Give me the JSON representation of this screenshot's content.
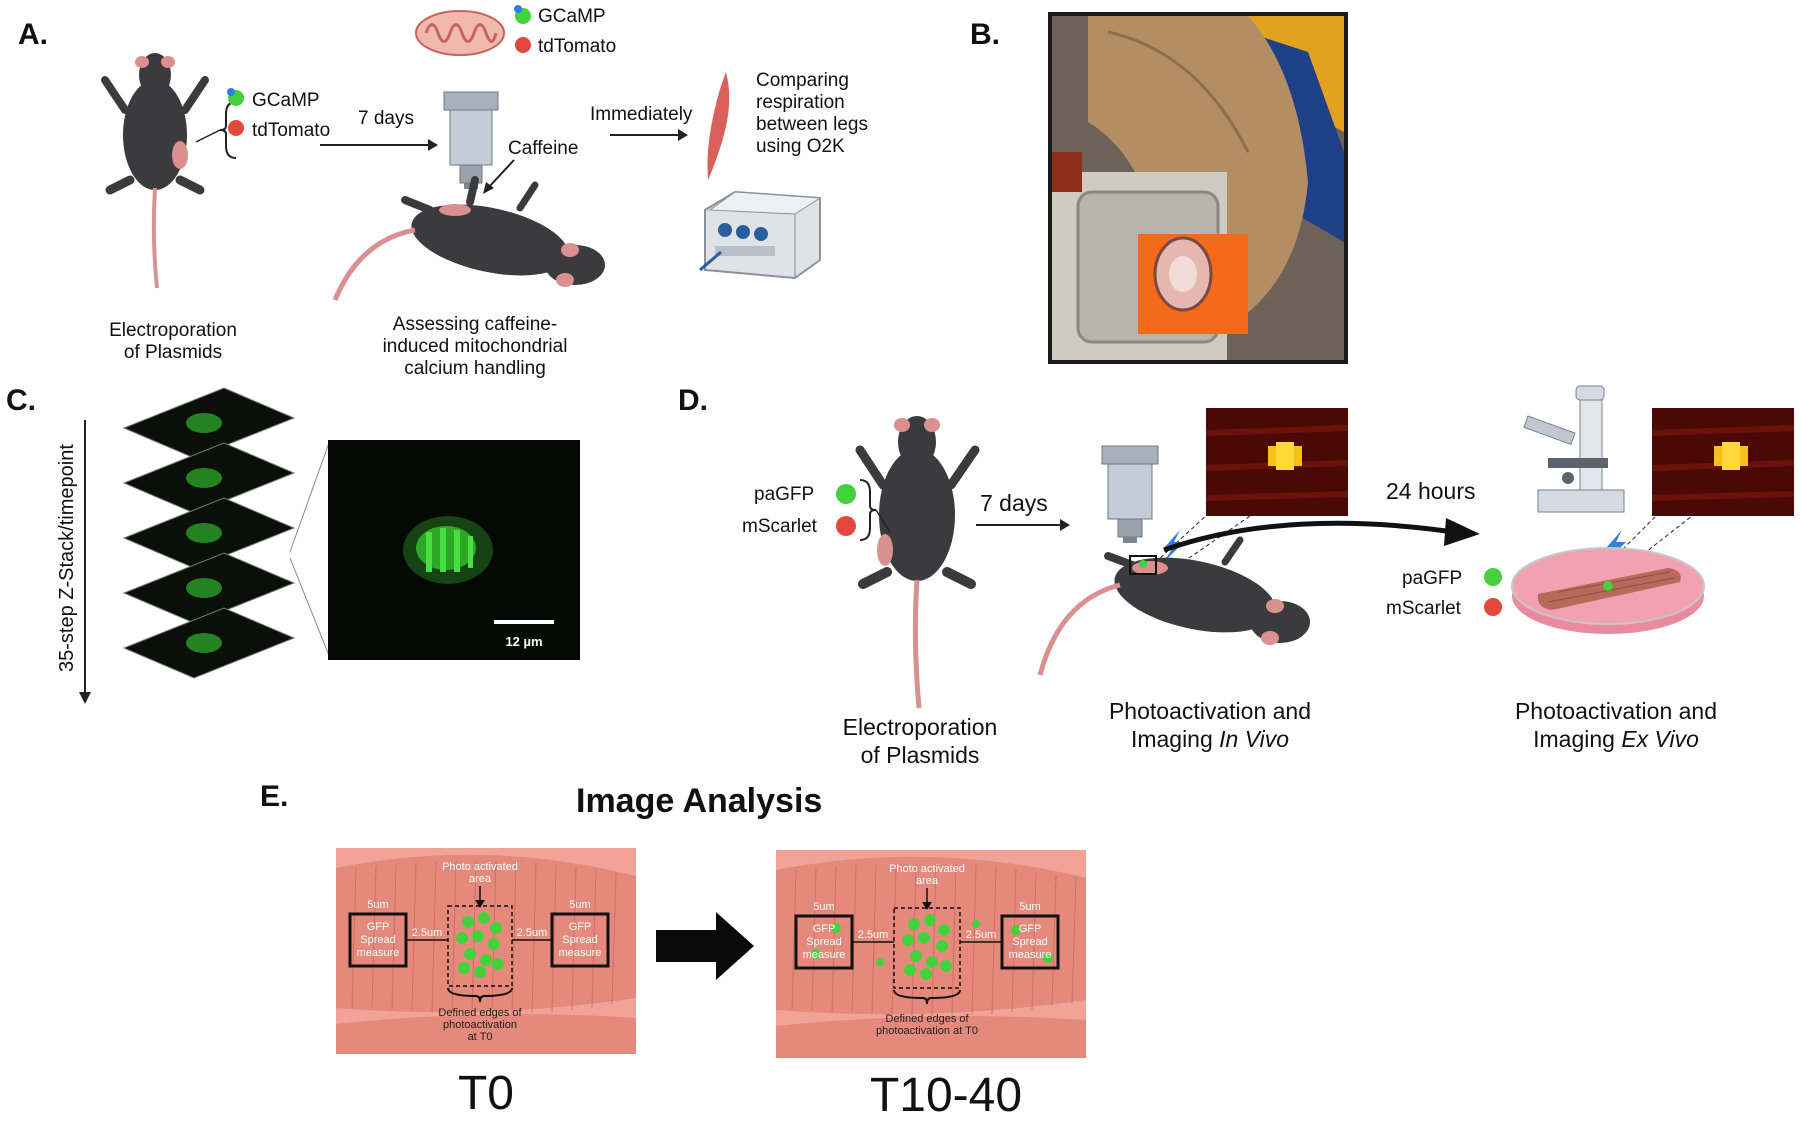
{
  "panelA": {
    "label": "A.",
    "gcamp": "GCaMP",
    "tdtomato": "tdTomato",
    "gcamp_top": "GCaMP",
    "tdtomato_top": "tdTomato",
    "seven_days": "7 days",
    "caffeine": "Caffeine",
    "immediately": "Immediately",
    "comparing": "Comparing",
    "respiration": "respiration",
    "between_legs": "between legs",
    "using_o2k": "using O2K",
    "electro1": "Electroporation",
    "electro2": "of Plasmids",
    "assess1": "Assessing caffeine-",
    "assess2": "induced mitochondrial",
    "assess3": "calcium handling"
  },
  "panelB": {
    "label": "B."
  },
  "panelC": {
    "label": "C.",
    "zstack": "35-step Z-Stack/timepoint",
    "scale_small": "12 µm",
    "scale_big": "12 µm"
  },
  "panelD": {
    "label": "D.",
    "pagfp": "paGFP",
    "mscarlet": "mScarlet",
    "seven_days": "7 days",
    "hours": "24 hours",
    "pagfp2": "paGFP",
    "mscarlet2": "mScarlet",
    "electro1": "Electroporation",
    "electro2": "of Plasmids",
    "invivo1": "Photoactivation and",
    "invivo2a": "Imaging ",
    "invivo2b": "In Vivo",
    "exvivo1": "Photoactivation and",
    "exvivo2a": "Imaging ",
    "exvivo2b": "Ex Vivo"
  },
  "panelE": {
    "label": "E.",
    "title": "Image Analysis",
    "t0": "T0",
    "t1040": "T10-40",
    "photo1": "Photo activated",
    "photo2": "area",
    "five_um": "5um",
    "two5_um": "2.5um",
    "gfp": "GFP",
    "spread": "Spread",
    "measure": "measure",
    "defined1": "Defined edges of",
    "defined2": "photoactivation",
    "defined3": "at T0",
    "defined_b2": "photoactivation at T0"
  },
  "colors": {
    "mouse": "#3b3b3e",
    "mouse_pink": "#d9908f",
    "gfp": "#43d13c",
    "tomato": "#e2483c",
    "muscle": "#e4897b",
    "muscle_dark": "#c9645b",
    "dish": "#f2a1b3"
  }
}
